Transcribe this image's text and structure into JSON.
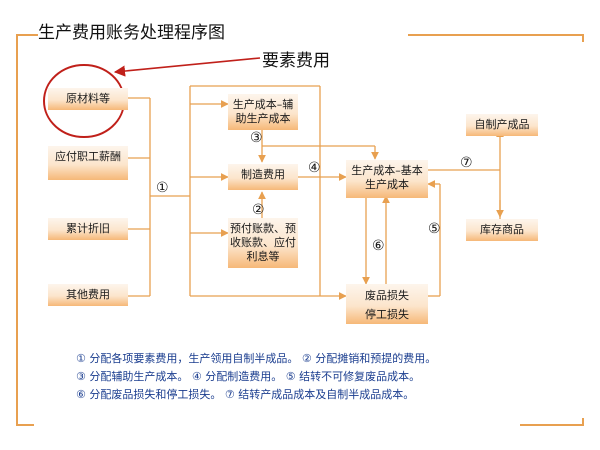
{
  "title": "生产费用账务处理程序图",
  "callout": "要素费用",
  "boxes": {
    "raw": "原材料等",
    "wage": "应付职工薪酬",
    "depr": "累计折旧",
    "other": "其他费用",
    "aux": "生产成本–辅助生产成本",
    "mfg": "制造费用",
    "prepaid": "预付账款、预收账款、应付利息等",
    "basic": "生产成本–基本生产成本",
    "scrap": "废品损失",
    "stop": "停工损失",
    "selfmade": "自制产成品",
    "stock": "库存商品"
  },
  "markers": {
    "m1": "①",
    "m2": "②",
    "m3": "③",
    "m4": "④",
    "m5": "⑤",
    "m6": "⑥",
    "m7": "⑦"
  },
  "legend": {
    "line1": "① 分配各项要素费用，生产领用自制半成品。 ② 分配摊销和预提的费用。",
    "line2": "③ 分配辅助生产成本。 ④ 分配制造费用。 ⑤ 结转不可修复废品成本。",
    "line3": "⑥ 分配废品损失和停工损失。 ⑦ 结转产成品成本及自制半成品成本。"
  },
  "colors": {
    "line": "#e8a050",
    "callout": "#c0201a",
    "legend_text": "#1a3d8f"
  }
}
